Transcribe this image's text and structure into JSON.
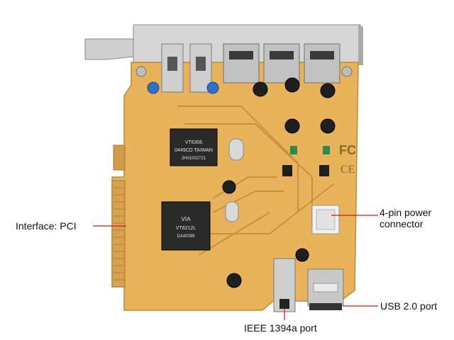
{
  "figure": {
    "subject": "PCI expansion card with FireWire and USB 2.0 ports",
    "colors": {
      "pcb": "#e8b15a",
      "bracket": "#c7c7c7",
      "callout_line": "#d01818",
      "chip": "#2a2a2a"
    }
  },
  "chips": {
    "chip1": {
      "line1": "VT6306",
      "line2": "0449CD TAIWAN",
      "line3": "2H01002721"
    },
    "chip2": {
      "line1": "VIA",
      "line2": "VT6212L",
      "line3": "DA42099"
    }
  },
  "board_marks": {
    "fcc": "FC",
    "ce": "CE"
  },
  "callouts": {
    "interface": "Interface: PCI",
    "power_line1": "4-pin power",
    "power_line2": "connector",
    "usb": "USB 2.0 port",
    "ieee": "IEEE 1394a port"
  }
}
